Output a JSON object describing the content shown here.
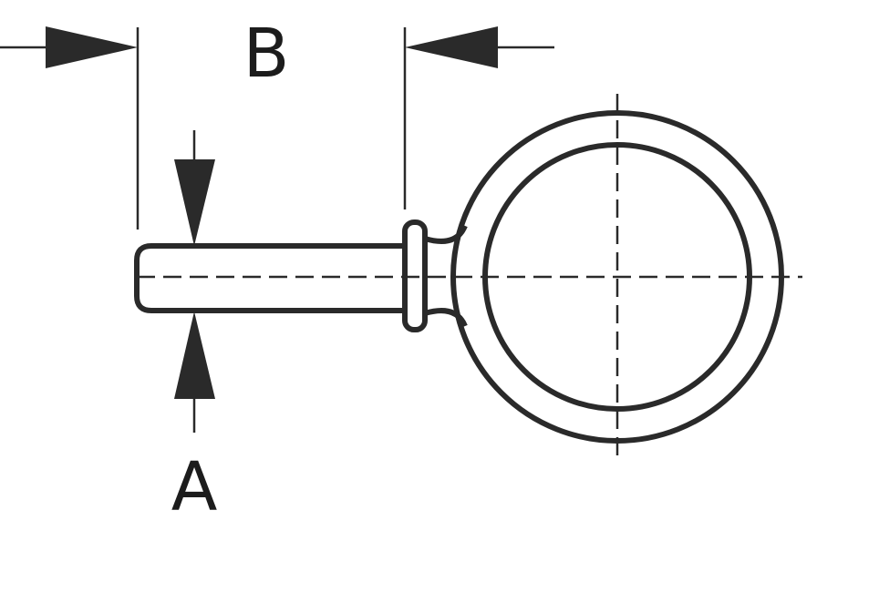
{
  "diagram": {
    "type": "dimension-drawing",
    "colors": {
      "line": "#2a2a2a",
      "background": "#ffffff"
    },
    "labels": {
      "length_dimension": "B",
      "diameter_dimension": "A"
    }
  }
}
